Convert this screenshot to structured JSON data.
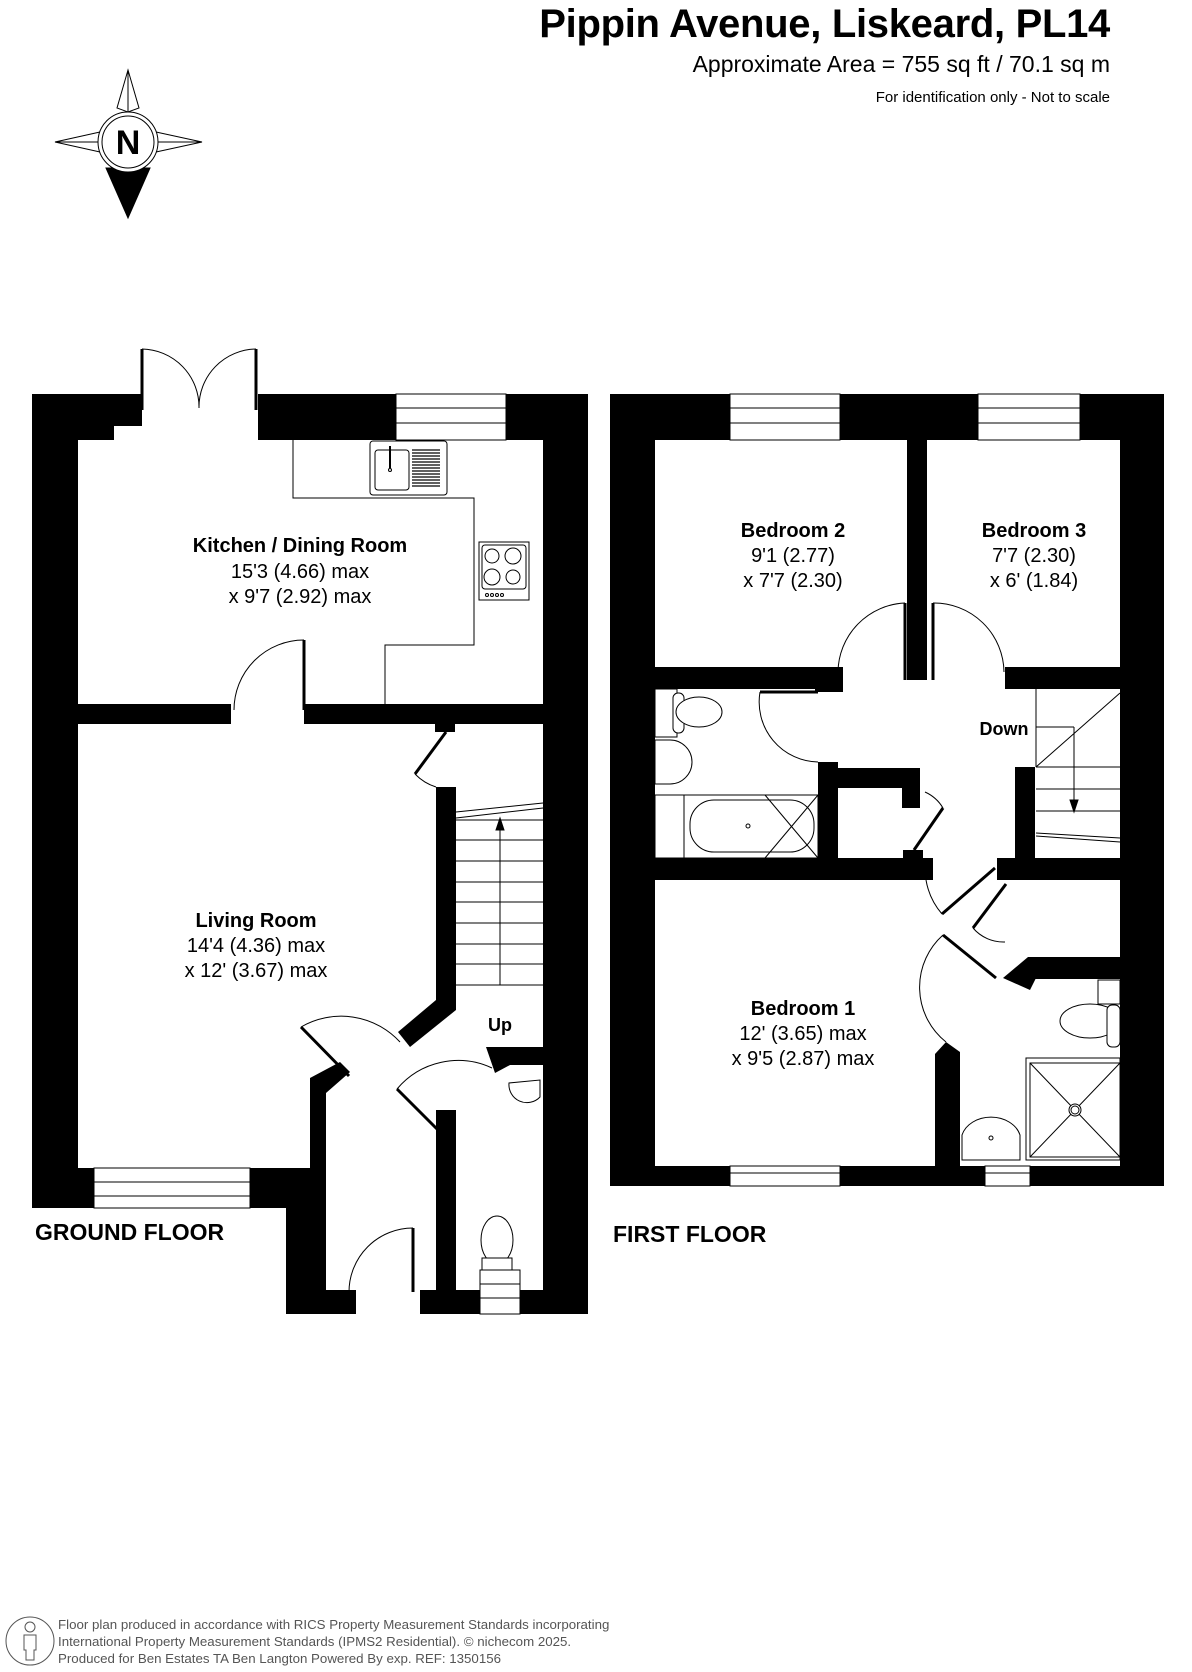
{
  "header": {
    "title": "Pippin Avenue, Liskeard, PL14",
    "area": "Approximate Area = 755 sq ft / 70.1 sq m",
    "disclaimer": "For identification only - Not to scale"
  },
  "compass": {
    "label": "N",
    "icon": "compass-north-icon"
  },
  "floors": [
    {
      "label": "GROUND FLOOR",
      "rooms": [
        {
          "name": "Kitchen / Dining Room",
          "dim1": "15'3 (4.66) max",
          "dim2": "x 9'7 (2.92) max"
        },
        {
          "name": "Living Room",
          "dim1": "14'4 (4.36) max",
          "dim2": "x 12' (3.67) max"
        }
      ],
      "stairs_label": "Up"
    },
    {
      "label": "FIRST FLOOR",
      "rooms": [
        {
          "name": "Bedroom 2",
          "dim1": "9'1 (2.77)",
          "dim2": "x 7'7 (2.30)"
        },
        {
          "name": "Bedroom 3",
          "dim1": "7'7 (2.30)",
          "dim2": "x 6' (1.84)"
        },
        {
          "name": "Bedroom 1",
          "dim1": "12' (3.65) max",
          "dim2": "x 9'5 (2.87) max"
        }
      ],
      "stairs_label": "Down"
    }
  ],
  "footer": {
    "lines": [
      "Floor plan produced in accordance with RICS Property Measurement Standards incorporating",
      "International Property Measurement Standards (IPMS2 Residential).   © nichecom 2025.",
      "Produced for Ben Estates TA Ben Langton Powered By exp.   REF:  1350156"
    ],
    "icon": "person-info-icon"
  },
  "colors": {
    "wall": "#000000",
    "background": "#ffffff",
    "footer_text": "#555555"
  }
}
